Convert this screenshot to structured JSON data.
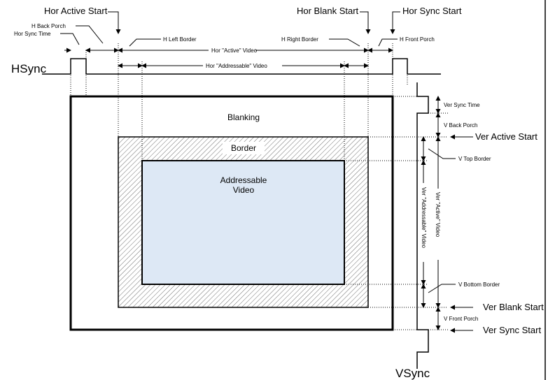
{
  "labels": {
    "hor_active_start": "Hor Active Start",
    "hor_blank_start": "Hor Blank Start",
    "hor_sync_start": "Hor Sync Start",
    "h_back_porch": "H Back Porch",
    "hor_sync_time": "Hor Sync Time",
    "h_left_border": "H Left Border",
    "h_right_border": "H Right Border",
    "h_front_porch": "H Front Porch",
    "hor_active_video": "Hor \"Active\" Video",
    "hor_addressable_video": "Hor \"Addressable\" Video",
    "hsync": "HSync",
    "blanking": "Blanking",
    "border": "Border",
    "addressable_video_line1": "Addressable",
    "addressable_video_line2": "Video",
    "ver_sync_time": "Ver Sync Time",
    "v_back_porch": "V Back Porch",
    "ver_active_start": "Ver Active Start",
    "v_top_border": "V Top Border",
    "ver_addressable_video": "Ver \"Addressable\" Video",
    "ver_active_video": "Ver \"Active\" Video",
    "v_bottom_border": "V Bottom Border",
    "ver_blank_start": "Ver Blank Start",
    "v_front_porch": "V Front Porch",
    "ver_sync_start": "Ver Sync Start",
    "vsync": "VSync"
  },
  "colors": {
    "addressable_fill": "#dde8f5",
    "hatch": "#7a7a7a",
    "line": "#000000"
  }
}
